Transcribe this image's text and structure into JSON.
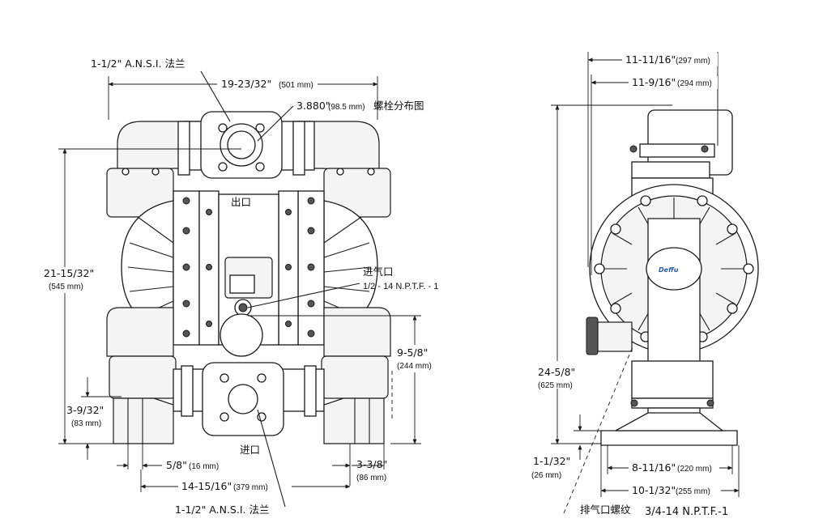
{
  "front_view": {
    "flange_top": "1-1/2\" A.N.S.I. 法兰",
    "width_overall": {
      "in": "19-23/32\"",
      "mm": "(501 mm)"
    },
    "bolt_circle": {
      "in": "3.880\"",
      "mm": "(98.5 mm)",
      "note": "螺栓分布图"
    },
    "outlet": "出口",
    "air_inlet": "进气口",
    "air_inlet_thread": "1/2 - 14 N.P.T.F. - 1",
    "height_overall": {
      "in": "21-15/32\"",
      "mm": "(545 mm)"
    },
    "inlet_height": {
      "in": "9-5/8\"",
      "mm": "(244 mm)"
    },
    "base_height": {
      "in": "3-9/32\"",
      "mm": "(83 mm)"
    },
    "inlet": "进口",
    "foot_slot": {
      "in": "5/8\"",
      "mm": "(16 mm)"
    },
    "foot_offset": {
      "in": "3-3/8\"",
      "mm": "(86 mm)"
    },
    "foot_span": {
      "in": "14-15/16\"",
      "mm": "(379 mm)"
    },
    "flange_bottom": "1-1/2\" A.N.S.I. 法兰"
  },
  "side_view": {
    "depth_overall": {
      "in": "11-11/16\"",
      "mm": "(297 mm)"
    },
    "depth_flange": {
      "in": "11-9/16\"",
      "mm": "(294 mm)"
    },
    "height_overall": {
      "in": "24-5/8\"",
      "mm": "(625 mm)"
    },
    "base_thickness": {
      "in": "1-1/32\"",
      "mm": "(26 mm)"
    },
    "base_inner": {
      "in": "8-11/16\"",
      "mm": "(220 mm)"
    },
    "base_outer": {
      "in": "10-1/32\"",
      "mm": "(255 mm)"
    },
    "exhaust_label": "排气口螺纹",
    "exhaust_thread": "3/4-14 N.P.T.F.-1",
    "brand": "Deffu"
  }
}
